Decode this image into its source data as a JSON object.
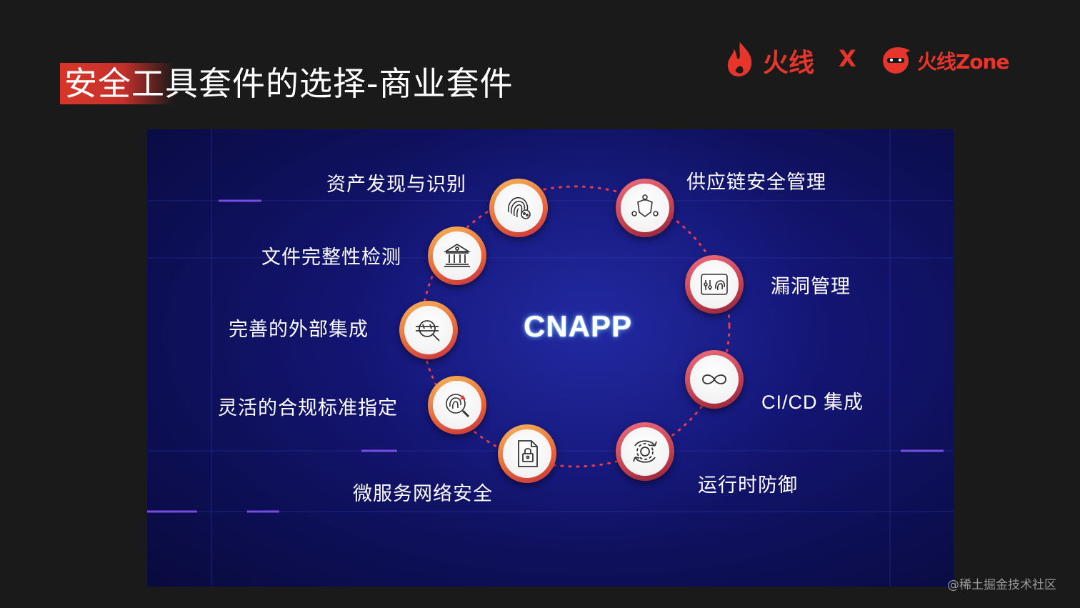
{
  "slide": {
    "title": "安全工具套件的选择-商业套件"
  },
  "brand": {
    "logo1": "火线",
    "separator": "X",
    "logo2": "火线Zone"
  },
  "diagram": {
    "center": "CNAPP",
    "items": [
      {
        "label": "资产发现与识别",
        "icon": "fingerprint-icon"
      },
      {
        "label": "文件完整性检测",
        "icon": "bank-icon"
      },
      {
        "label": "完善的外部集成",
        "icon": "search-scan-icon"
      },
      {
        "label": "灵活的合规标准指定",
        "icon": "fingerprint-search-icon"
      },
      {
        "label": "微服务网络安全",
        "icon": "lock-document-icon"
      },
      {
        "label": "运行时防御",
        "icon": "gear-refresh-icon"
      },
      {
        "label": "CI/CD 集成",
        "icon": "infinity-icon"
      },
      {
        "label": "漏洞管理",
        "icon": "fingerprint-panel-icon"
      },
      {
        "label": "供应链安全管理",
        "icon": "shield-network-icon"
      }
    ]
  },
  "watermark": "@稀土掘金技术社区",
  "colors": {
    "accent": "#d7372a",
    "node_orange": "#f6b85a",
    "node_pink": "#c4404f",
    "panel": "#141575"
  }
}
